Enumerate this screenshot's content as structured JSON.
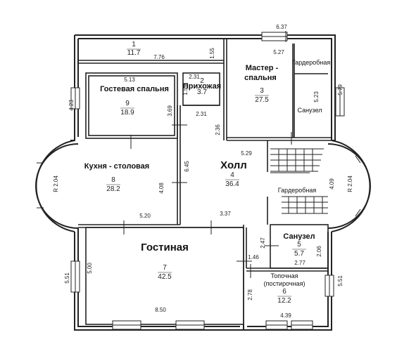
{
  "rooms": [
    {
      "id": "r1",
      "name": "",
      "number": "1",
      "area": "11.7"
    },
    {
      "id": "r2",
      "name": "Прихожая",
      "number": "2",
      "area": "3.7"
    },
    {
      "id": "r3",
      "name": "Мастер - спальня",
      "name_l1": "Мастер -",
      "name_l2": "спальня",
      "number": "3",
      "area": "27.5"
    },
    {
      "id": "r4",
      "name": "Холл",
      "number": "4",
      "area": "36.4"
    },
    {
      "id": "r5",
      "name": "Санузел",
      "number": "5",
      "area": "5.7"
    },
    {
      "id": "r6",
      "name_l1": "Топочная",
      "name_l2": "(постирочная)",
      "number": "6",
      "area": "12.2"
    },
    {
      "id": "r7",
      "name": "Гостиная",
      "number": "7",
      "area": "42.5"
    },
    {
      "id": "r8",
      "name": "Кухня - столовая",
      "number": "8",
      "area": "28.2"
    },
    {
      "id": "r9",
      "name": "Гостевая спальня",
      "number": "9",
      "area": "18.9"
    }
  ],
  "extra_labels": {
    "wardrobe_top": "Гардеробная",
    "bathroom_top": "Санузел",
    "wardrobe_mid": "Гардеробная"
  },
  "dimensions": {
    "d637": "6.37",
    "d776": "7.76",
    "d155": "1.55",
    "d527": "5.27",
    "d579": "5.79",
    "d513": "5.13",
    "d231a": "2.31",
    "d159": "1.59",
    "d423": "4.23",
    "d369": "3.69",
    "d231b": "2.31",
    "d236": "2.36",
    "d523": "5.23",
    "d529": "5.29",
    "d645": "6.45",
    "d204l": "R 2.04",
    "d408": "4.08",
    "d409": "4.09",
    "d204r": "R 2.04",
    "d520": "5.20",
    "d337": "3.37",
    "d247": "2.47",
    "d146": "1.46",
    "d206": "2.06",
    "d277": "2.77",
    "d551l": "5.51",
    "d500": "5.00",
    "d551r": "5.51",
    "d278": "2.78",
    "d850": "8.50",
    "d439": "4.39"
  }
}
